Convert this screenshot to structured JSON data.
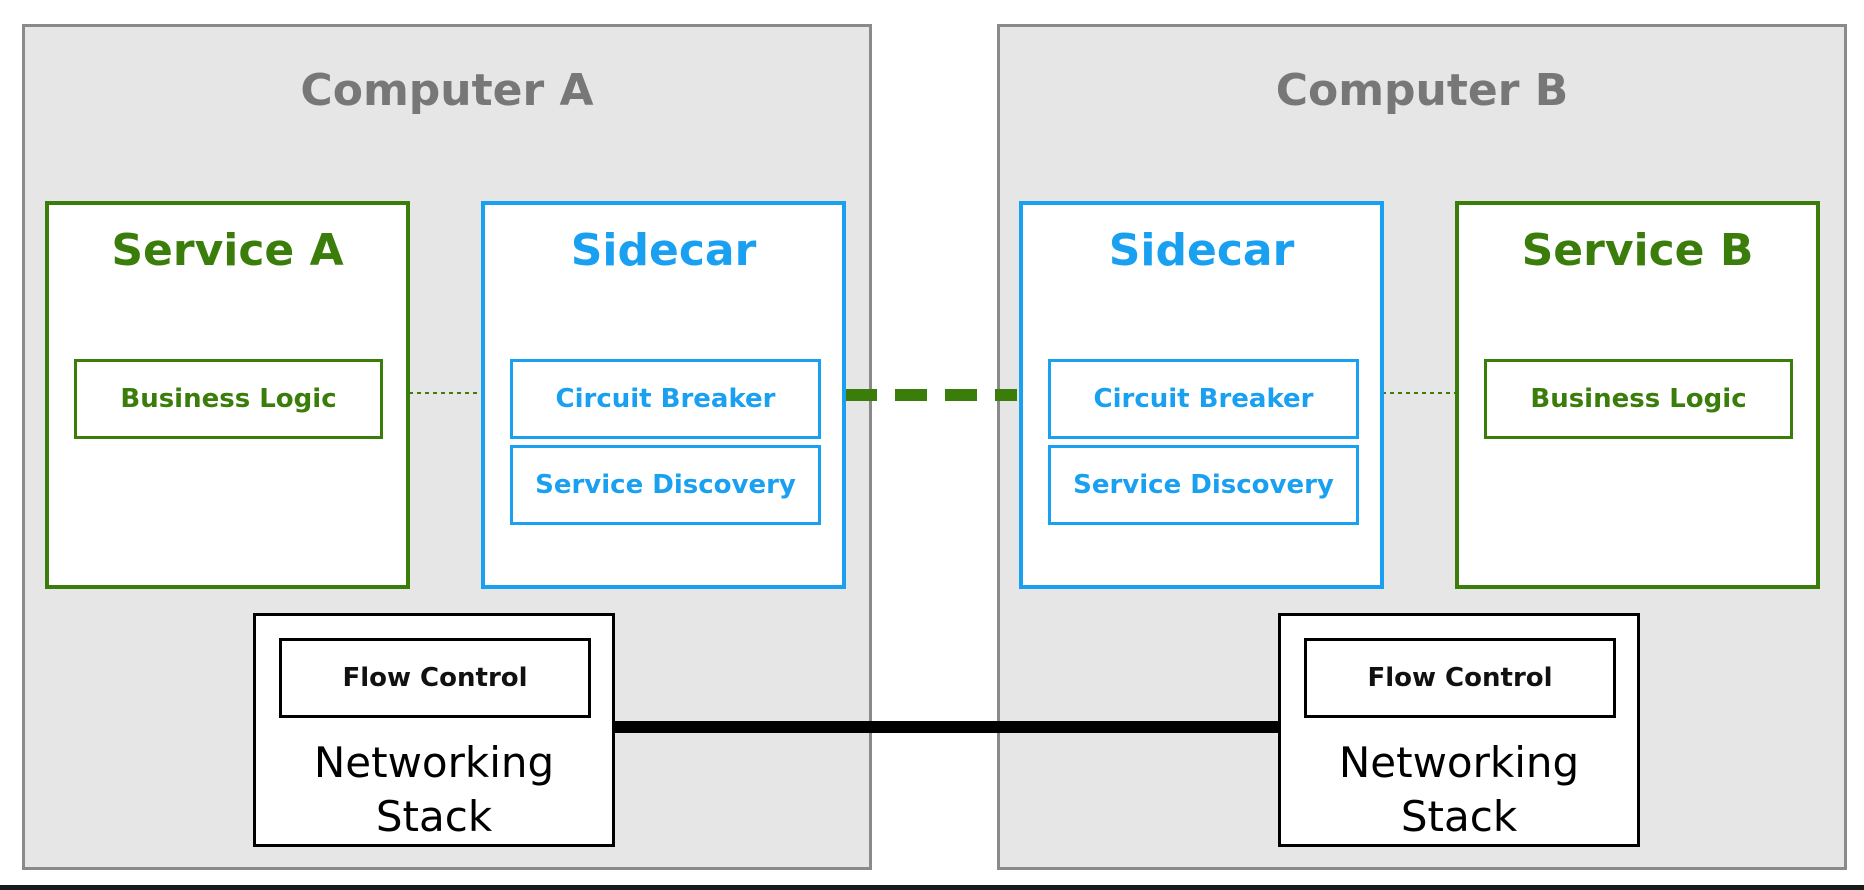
{
  "computers": {
    "a": {
      "title": "Computer A"
    },
    "b": {
      "title": "Computer B"
    }
  },
  "service_a": {
    "title": "Service A",
    "business_logic": "Business Logic"
  },
  "sidecar_a": {
    "title": "Sidecar",
    "circuit_breaker": "Circuit Breaker",
    "service_discovery": "Service Discovery"
  },
  "sidecar_b": {
    "title": "Sidecar",
    "circuit_breaker": "Circuit Breaker",
    "service_discovery": "Service Discovery"
  },
  "service_b": {
    "title": "Service B",
    "business_logic": "Business Logic"
  },
  "netstack_a": {
    "flow_control": "Flow Control",
    "line1": "Networking",
    "line2": "Stack"
  },
  "netstack_b": {
    "flow_control": "Flow Control",
    "line1": "Networking",
    "line2": "Stack"
  },
  "colors": {
    "service": "#3a7d0a",
    "sidecar": "#1aa0f0",
    "computer_bg": "#e6e6e6",
    "computer_border": "#8a8a8a",
    "title_gray": "#777777"
  }
}
